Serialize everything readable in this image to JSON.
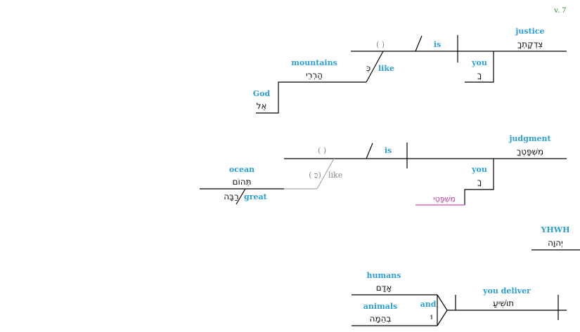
{
  "verse": "v. 7",
  "clause1": {
    "justice_en": "justice",
    "justice_he": "צִדְקָתְךָ",
    "is": "is",
    "implied": "( )",
    "you_en": "you",
    "you_he": "ךָ",
    "like_en": "like",
    "like_he": "כְּ",
    "mountains_en": "mountains",
    "mountains_he": "הַרְרֵי",
    "god_en": "God",
    "god_he": "אֵל"
  },
  "clause2": {
    "judgment_en": "judgment",
    "judgment_he": "מִשְׁפָּטְךָ",
    "is": "is",
    "implied": "( )",
    "you_en": "you",
    "you_he": "ךָ",
    "alt_he": "מִשְׁפָּטֶי",
    "like_en": "like",
    "like_he": "( כְּ)",
    "ocean_en": "ocean",
    "ocean_he": "תְּהוֹם",
    "great_en": "great",
    "great_he": "רַבָּה"
  },
  "vocative": {
    "yhwh_en": "YHWH",
    "yhwh_he": "יְהוָה"
  },
  "clause3": {
    "humans_en": "humans",
    "humans_he": "אָדָם",
    "animals_en": "animals",
    "animals_he": "בְהֵמָה",
    "and_en": "and",
    "and_he": "וּ",
    "deliver_en": "you deliver",
    "deliver_he": "תוֹשִׁיעַ"
  }
}
